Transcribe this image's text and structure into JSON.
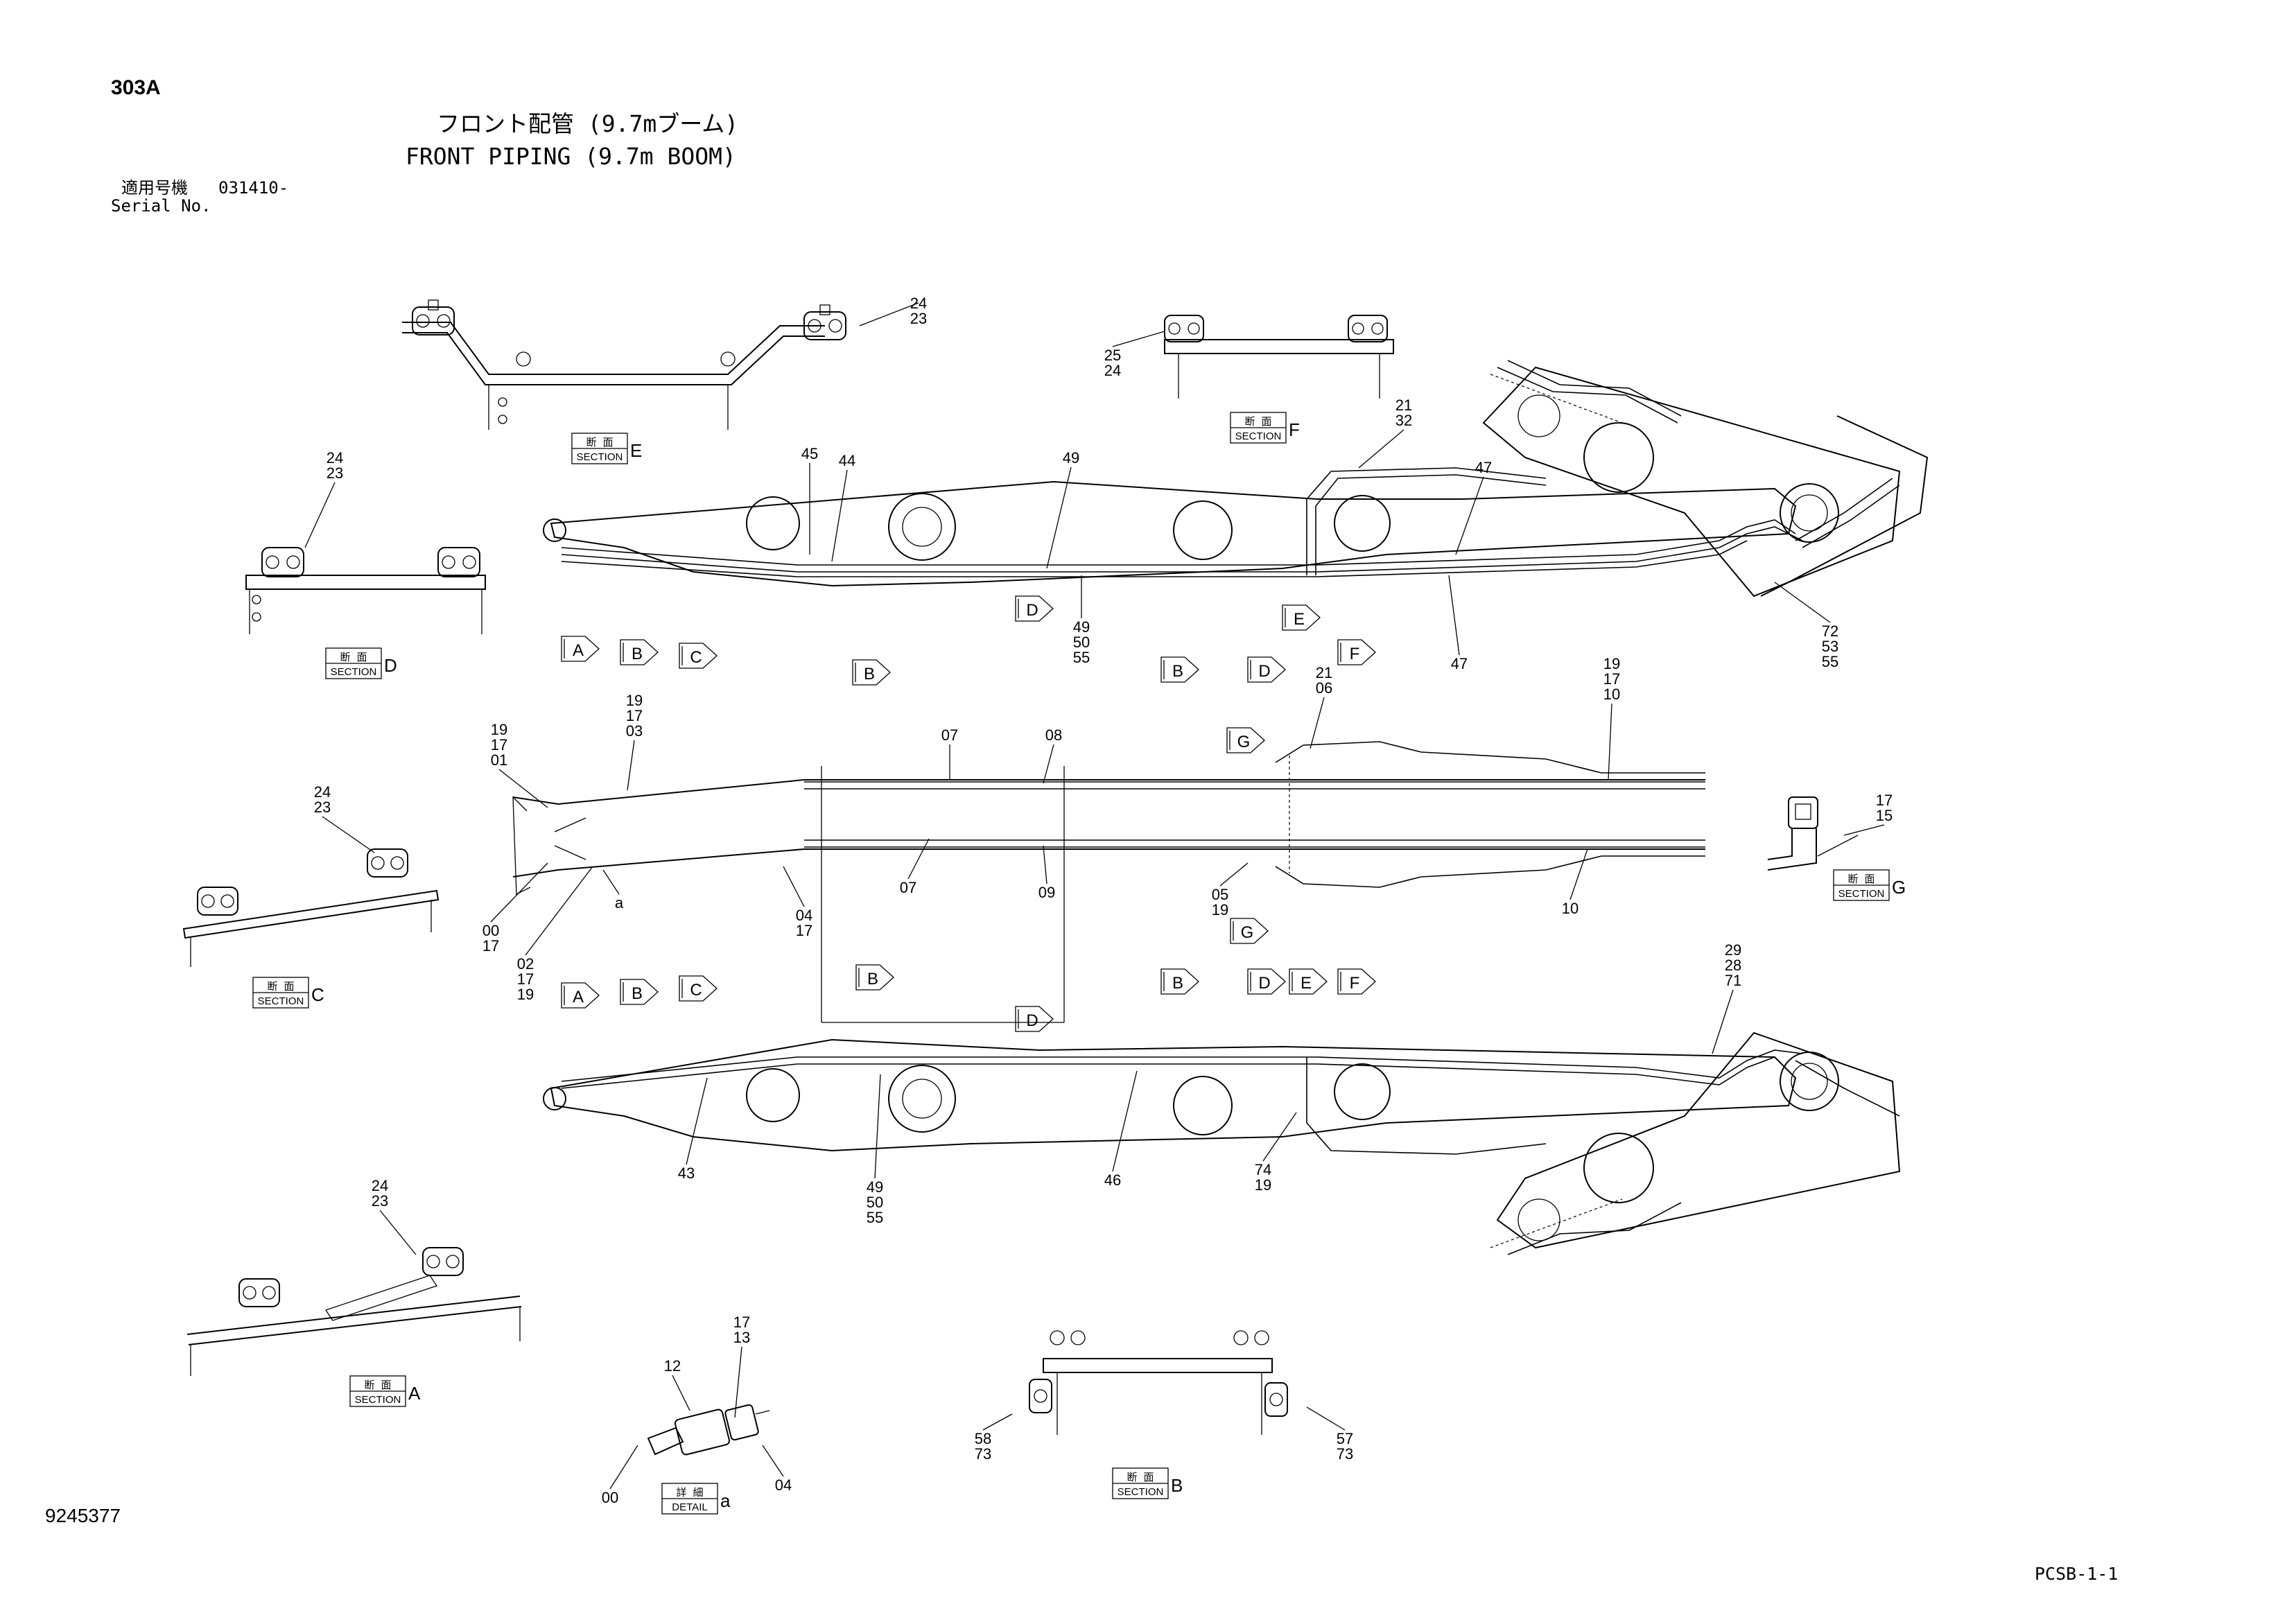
{
  "header": {
    "page_code": "303A",
    "title_jp": "フロント配管 (9.7mブーム)",
    "title_en": "FRONT PIPING (9.7m BOOM)",
    "serial_label_jp": "適用号機",
    "serial_range": "031410-",
    "serial_label_en": "Serial No."
  },
  "footer": {
    "drawing_number": "9245377",
    "sheet_ref": "PCSB-1-1"
  },
  "section_boxes": [
    {
      "jp": "断 面",
      "en": "SECTION",
      "letter": "E"
    },
    {
      "jp": "断 面",
      "en": "SECTION",
      "letter": "F"
    },
    {
      "jp": "断 面",
      "en": "SECTION",
      "letter": "D"
    },
    {
      "jp": "断 面",
      "en": "SECTION",
      "letter": "C"
    },
    {
      "jp": "断 面",
      "en": "SECTION",
      "letter": "G"
    },
    {
      "jp": "断 面",
      "en": "SECTION",
      "letter": "A"
    },
    {
      "jp": "断 面",
      "en": "SECTION",
      "letter": "B"
    },
    {
      "jp": "詳 細",
      "en": "DETAIL",
      "letter": "a"
    }
  ],
  "part_labels": [
    {
      "id": "pl1",
      "lines": [
        "24",
        "23"
      ]
    },
    {
      "id": "pl2",
      "lines": [
        "25",
        "24"
      ]
    },
    {
      "id": "pl3",
      "lines": [
        "21",
        "32"
      ]
    },
    {
      "id": "pl4",
      "lines": [
        "24",
        "23"
      ]
    },
    {
      "id": "pl5",
      "lines": [
        "45"
      ]
    },
    {
      "id": "pl6",
      "lines": [
        "44"
      ]
    },
    {
      "id": "pl7",
      "lines": [
        "49"
      ]
    },
    {
      "id": "pl8",
      "lines": [
        "47"
      ]
    },
    {
      "id": "pl9",
      "lines": [
        "49",
        "50",
        "55"
      ]
    },
    {
      "id": "pl10",
      "lines": [
        "47"
      ]
    },
    {
      "id": "pl11",
      "lines": [
        "72",
        "53",
        "55"
      ]
    },
    {
      "id": "pl12",
      "lines": [
        "19",
        "17",
        "03"
      ]
    },
    {
      "id": "pl13",
      "lines": [
        "19",
        "17",
        "01"
      ]
    },
    {
      "id": "pl14",
      "lines": [
        "21",
        "06"
      ]
    },
    {
      "id": "pl15",
      "lines": [
        "19",
        "17",
        "10"
      ]
    },
    {
      "id": "pl16",
      "lines": [
        "07"
      ]
    },
    {
      "id": "pl17",
      "lines": [
        "08"
      ]
    },
    {
      "id": "pl18",
      "lines": [
        "07"
      ]
    },
    {
      "id": "pl19",
      "lines": [
        "09"
      ]
    },
    {
      "id": "pl20",
      "lines": [
        "24",
        "23"
      ]
    },
    {
      "id": "pl21",
      "lines": [
        "17",
        "15"
      ]
    },
    {
      "id": "pl22",
      "lines": [
        "05",
        "19"
      ]
    },
    {
      "id": "pl23",
      "lines": [
        "10"
      ]
    },
    {
      "id": "pl24",
      "lines": [
        "04",
        "17"
      ]
    },
    {
      "id": "pl25",
      "lines": [
        "00",
        "17"
      ]
    },
    {
      "id": "pl26",
      "lines": [
        "02",
        "17",
        "19"
      ]
    },
    {
      "id": "pl27",
      "lines": [
        "29",
        "28",
        "71"
      ]
    },
    {
      "id": "pl28",
      "lines": [
        "43"
      ]
    },
    {
      "id": "pl29",
      "lines": [
        "49",
        "50",
        "55"
      ]
    },
    {
      "id": "pl30",
      "lines": [
        "46"
      ]
    },
    {
      "id": "pl31",
      "lines": [
        "74",
        "19"
      ]
    },
    {
      "id": "pl32",
      "lines": [
        "24",
        "23"
      ]
    },
    {
      "id": "pl33",
      "lines": [
        "17",
        "13"
      ]
    },
    {
      "id": "pl34",
      "lines": [
        "12"
      ]
    },
    {
      "id": "pl35",
      "lines": [
        "00"
      ]
    },
    {
      "id": "pl36",
      "lines": [
        "04"
      ]
    },
    {
      "id": "pl37",
      "lines": [
        "58",
        "73"
      ]
    },
    {
      "id": "pl38",
      "lines": [
        "57",
        "73"
      ]
    },
    {
      "id": "pl39",
      "lines": [
        "a"
      ]
    }
  ],
  "section_markers": [
    "A",
    "B",
    "C",
    "B",
    "D",
    "B",
    "D",
    "E",
    "F",
    "G",
    "G",
    "A",
    "B",
    "C",
    "B",
    "B",
    "D",
    "E",
    "F",
    "D"
  ]
}
